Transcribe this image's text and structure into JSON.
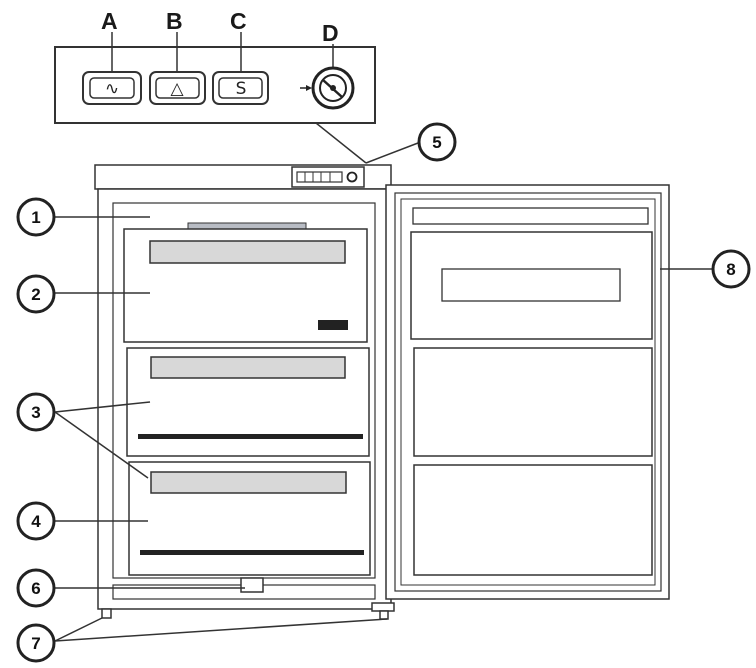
{
  "control_panel": {
    "labels": [
      "A",
      "B",
      "C",
      "D"
    ],
    "buttons": [
      {
        "id": "A",
        "symbol": "∿",
        "icon": "wave-icon"
      },
      {
        "id": "B",
        "symbol": "△",
        "icon": "triangle-icon"
      },
      {
        "id": "C",
        "symbol": "S",
        "icon": "s-icon"
      }
    ],
    "knob_icon": "thermostat-knob-icon"
  },
  "callouts": [
    "1",
    "2",
    "3",
    "4",
    "5",
    "6",
    "7",
    "8"
  ],
  "colors": {
    "line": "#333333",
    "callout_fill": "#ffffff",
    "handle_fill": "#d8d8d8",
    "handle_top_fill": "#b8bcc4"
  }
}
